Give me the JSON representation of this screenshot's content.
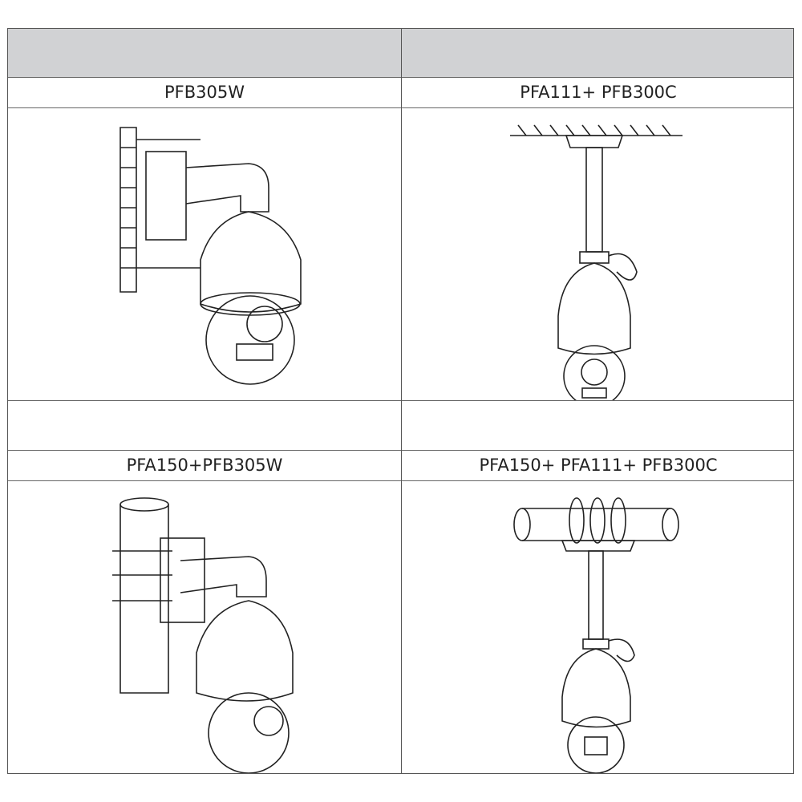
{
  "table": {
    "rows": [
      {
        "cells": [
          "",
          ""
        ]
      },
      {
        "cells": [
          "PFB305W",
          "PFA111+ PFB300C"
        ]
      },
      {
        "cells": [
          "wall-mount-drawing",
          "ceiling-mount-drawing"
        ]
      },
      {
        "cells": [
          "",
          ""
        ]
      },
      {
        "cells": [
          "PFA150+PFB305W",
          "PFA150+ PFA111+ PFB300C"
        ]
      },
      {
        "cells": [
          "pole-wall-mount-drawing",
          "pole-pendant-mount-drawing"
        ]
      }
    ]
  },
  "colors": {
    "header_bg": "#d1d2d4",
    "border": "#555555"
  }
}
